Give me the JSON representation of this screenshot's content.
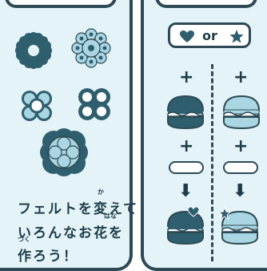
{
  "caption": {
    "line1": "フェルトを変えて",
    "line2": "いろんなお花を",
    "line3": "作ろう！"
  },
  "ruby": {
    "kawa": "か",
    "hana": "はな",
    "tsuku": "つく"
  },
  "choice": {
    "or_label": "or",
    "left_icon": "heart-icon",
    "right_icon": "star-icon"
  },
  "operators": {
    "plus": "+",
    "arrow": "⬇"
  },
  "colors": {
    "dark_teal": "#2f5f6e",
    "light_blue": "#a9d6e2",
    "panel_bg": "#e3f3f7",
    "outline": "#2e4a56"
  }
}
